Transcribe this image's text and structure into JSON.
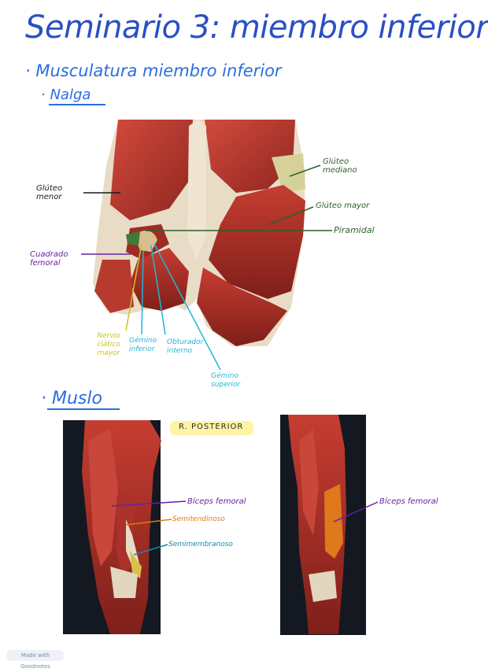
{
  "title": "Seminario 3: miembro inferior",
  "subtitle": "· Musculatura miembro inferior",
  "section_nalga": "· Nalga",
  "section_muslo": "· Muslo",
  "labels_nalga": {
    "gluteo_menor": "Glúteo menor",
    "gluteo_mediano": "Glúteo mediano",
    "gluteo_mayor": "Glúteo mayor",
    "piramidal": "Piramidal",
    "cuadrado_femoral": "Cuadrado femoral",
    "nervio_ciatico_mayor": "Nervio ciático mayor",
    "gemino_inferior": "Gémino inferior",
    "obturador_interno": "Obturador interno",
    "gemino_superior": "Gémino superior"
  },
  "region_label": "R. POSTERIOR",
  "labels_muslo": {
    "biceps_femoral_left": "Bíceps femoral",
    "semitendinoso": "Semitendinoso",
    "semimembranoso": "Semimembranoso",
    "biceps_femoral_right": "Bíceps femoral"
  },
  "footer": "Made with Goodnotes",
  "colors": {
    "title_blue": "#2a4fc4",
    "black_label": "#1a1a1a",
    "green_label": "#2e5f2a",
    "purple_label": "#6a1fa3",
    "yellow_label": "#c9c320",
    "cyan_label": "#1fb6d8",
    "orange_label": "#e07a10",
    "teal_label": "#1787a6",
    "muscle_red": "#b8332a",
    "tendon_cream": "#e9dcc4"
  }
}
